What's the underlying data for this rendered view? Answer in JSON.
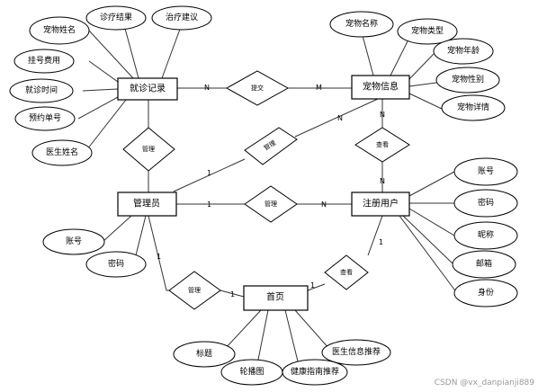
{
  "entities": {
    "visit": "就诊记录",
    "pet": "宠物信息",
    "admin": "管理员",
    "user": "注册用户",
    "home": "首页"
  },
  "attributes": {
    "visit": [
      "宠物姓名",
      "诊疗结果",
      "治疗建议",
      "挂号费用",
      "就诊时间",
      "预约单号",
      "医生姓名"
    ],
    "pet": [
      "宠物名称",
      "宠物类型",
      "宠物年龄",
      "宠物性别",
      "宠物详情"
    ],
    "admin": [
      "账号",
      "密码"
    ],
    "user": [
      "账号",
      "密码",
      "昵称",
      "邮箱",
      "身份"
    ],
    "home": [
      "标题",
      "轮播图",
      "健康指南推荐",
      "医生信息推荐"
    ]
  },
  "relationships": {
    "submit": "提交",
    "manage_visit": "管理",
    "manage_pet": "管理",
    "manage_user": "管理",
    "view_pet": "查看",
    "manage_home": "管理",
    "view_home": "查看"
  },
  "cardinality": {
    "visit_submit": "N",
    "pet_submit": "M",
    "pet_manage": "N",
    "admin_manage_pet": "1",
    "admin_manage_user": "1",
    "user_manage": "N",
    "pet_view": "N",
    "user_view": "N",
    "admin_home": "1",
    "home_admin": "1",
    "home_view": "1",
    "user_view_home": "1"
  },
  "watermark": "CSDN @vx_danpianji889"
}
